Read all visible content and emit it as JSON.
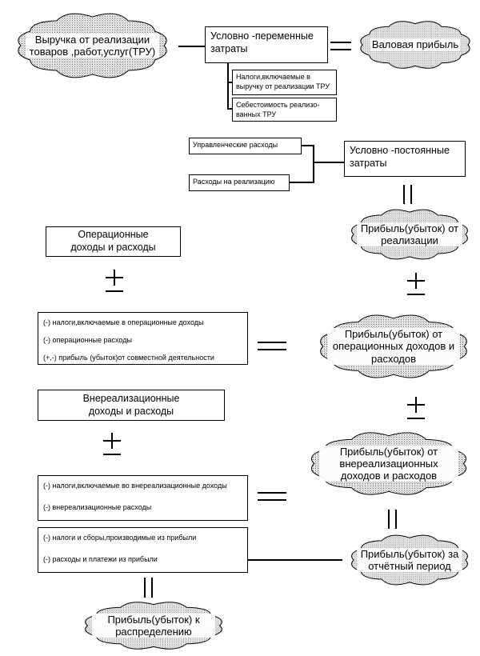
{
  "clouds": {
    "revenue": "Выручка от реализации товаров ,работ,услуг(ТРУ)",
    "gross_profit": "Валовая прибыль",
    "sales_profit": "Прибыль(убыток) от реализации",
    "operating_profit": "Прибыль(убыток) от операционных доходов и расходов",
    "nonoperating_profit": "Прибыль(убыток) от внереализационных доходов и расходов",
    "reporting_period_profit": "Прибыль(убыток) за отчётный период",
    "distribution_profit": "Прибыль(убыток) к распределению"
  },
  "boxes": {
    "variable_costs": "Условно -переменные затраты",
    "taxes_in_revenue": "Налоги,включаемые в выручку от реализации ТРУ",
    "cost_of_goods_sold": "Себестоимость реализо- ванных ТРУ",
    "management_expenses": "Управленческие расходы",
    "selling_expenses": "Расходы на реализацию",
    "fixed_costs": "Условно -постоянные затраты",
    "operating_income_expenses": "Операционные доходы и расходы",
    "nonoperating_income_expenses": "Внереализационные доходы и расходы"
  },
  "lists": {
    "operating_adjustments": [
      "(-) налоги,включаемые в операционные доходы",
      "(-) операционные расходы",
      "(+,-) прибыль (убыток)от совместной деятельности"
    ],
    "nonoperating_adjustments": [
      "(-) налоги,включаемые во внереализационные доходы",
      "(-) внереализационные расходы"
    ],
    "profit_deductions": [
      "(-) налоги и сборы,производимые из прибыли",
      "(-) расходы и платежи из прибыли"
    ]
  },
  "operators": {
    "minus": "−",
    "equals": "=",
    "plus_minus": "±"
  },
  "colors": {
    "stroke": "#000000",
    "background": "#ffffff",
    "stipple": "#4a4a4a"
  }
}
